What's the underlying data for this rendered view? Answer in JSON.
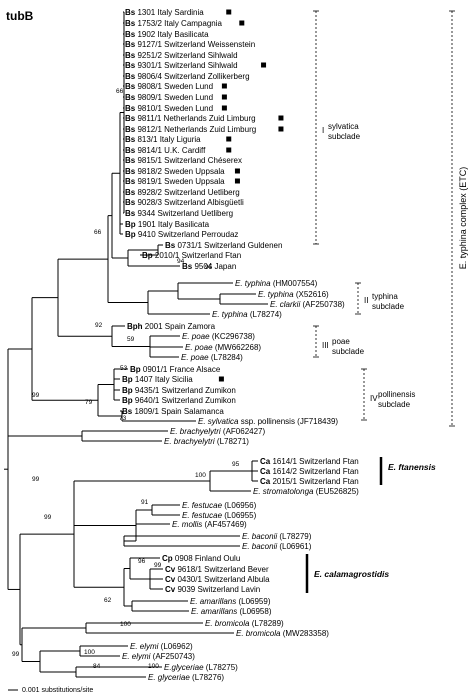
{
  "title": "tubB",
  "scale_label": "0.001 substitutions/site",
  "taxa": [
    {
      "prefix": "Bs",
      "label": "1301 Italy Sardinia",
      "marker": true
    },
    {
      "prefix": "Bs",
      "label": "1753/2 Italy Campagnia",
      "marker": true
    },
    {
      "prefix": "Bs",
      "label": "1902 Italy Basilicata",
      "marker": false
    },
    {
      "prefix": "Bs",
      "label": "9127/1 Switzerland Weissenstein",
      "marker": false
    },
    {
      "prefix": "Bs",
      "label": "9251/2 Switzerland Sihlwald",
      "marker": false
    },
    {
      "prefix": "Bs",
      "label": "9301/1 Switzerland Sihlwald",
      "marker": true
    },
    {
      "prefix": "Bs",
      "label": "9806/4 Switzerland Zollikerberg",
      "marker": false
    },
    {
      "prefix": "Bs",
      "label": "9808/1 Sweden Lund",
      "marker": true
    },
    {
      "prefix": "Bs",
      "label": "9809/1 Sweden Lund",
      "marker": true
    },
    {
      "prefix": "Bs",
      "label": "9810/1 Sweden Lund",
      "marker": true
    },
    {
      "prefix": "Bs",
      "label": "9811/1 Netherlands Zuid Limburg",
      "marker": true
    },
    {
      "prefix": "Bs",
      "label": "9812/1 Netherlands Zuid Limburg",
      "marker": true
    },
    {
      "prefix": "Bs",
      "label": "813/1 Italy Liguria",
      "marker": true
    },
    {
      "prefix": "Bs",
      "label": "9814/1 U.K. Cardiff",
      "marker": true
    },
    {
      "prefix": "Bs",
      "label": "9815/1 Switzerland Chéserex",
      "marker": false
    },
    {
      "prefix": "Bs",
      "label": "9818/2 Sweden Uppsala",
      "marker": true
    },
    {
      "prefix": "Bs",
      "label": "9819/1 Sweden Uppsala",
      "marker": true
    },
    {
      "prefix": "Bs",
      "label": "8928/2 Switzerland Uetliberg",
      "marker": false
    },
    {
      "prefix": "Bs",
      "label": "9028/3 Switzerland Albisgüetli",
      "marker": false
    },
    {
      "prefix": "Bs",
      "label": "9344 Switzerland Uetliberg",
      "marker": false
    },
    {
      "prefix": "Bp",
      "label": "1901 Italy Basilicata",
      "marker": false
    },
    {
      "prefix": "Bp",
      "label": "9410 Switzerland  Perroudaz",
      "marker": false
    },
    {
      "prefix": "Bs",
      "label": "0731/1 Switzerland Guldenen",
      "marker": false
    },
    {
      "prefix": "Bp",
      "label": "2010/1 Switzerland Ftan",
      "marker": false
    },
    {
      "prefix": "Bs",
      "label": "9504 Japan",
      "marker": false
    },
    {
      "species": "E. typhina",
      "acc": "(HM007554)"
    },
    {
      "species": "E. typhina",
      "acc": "(X52616)"
    },
    {
      "species": "E. clarkii",
      "acc": "(AF250738)"
    },
    {
      "species": "E. typhina",
      "acc": "(L78274)"
    },
    {
      "prefix": "Bph",
      "label": "2001 Spain Zamora",
      "marker": false
    },
    {
      "species": "E. poae",
      "acc": "(KC296738)"
    },
    {
      "species": "E. poae",
      "acc": "(MW662268)"
    },
    {
      "species": "E. poae",
      "acc": "(L78284)"
    },
    {
      "prefix": "Bp",
      "label": "0901/1 France Alsace",
      "marker": false
    },
    {
      "prefix": "Bp",
      "label": "1407 Italy Sicilia",
      "marker": true
    },
    {
      "prefix": "Bp",
      "label": "9435/1 Switzerland Zumikon",
      "marker": false
    },
    {
      "prefix": "Bp",
      "label": "9640/1 Switzerland Zumikon",
      "marker": false
    },
    {
      "prefix": "Bs",
      "label": "1809/1 Spain Salamanca",
      "marker": false
    },
    {
      "species": "E. sylvatica",
      "acc": "ssp. pollinensis (JF718439)"
    },
    {
      "species": "E. brachyelytri",
      "acc": "(AF062427)"
    },
    {
      "species": "E. brachyelytri",
      "acc": "(L78271)"
    },
    {
      "prefix": "Ca",
      "label": "1614/1 Switzerland Ftan",
      "marker": false
    },
    {
      "prefix": "Ca",
      "label": "1614/2 Switzerland Ftan",
      "marker": false
    },
    {
      "prefix": "Ca",
      "label": "2015/1 Switzerland Ftan",
      "marker": false
    },
    {
      "species": "E. stromatolonga",
      "acc": "(EU526825)"
    },
    {
      "species": "E. festucae",
      "acc": "(L06956)"
    },
    {
      "species": "E. festucae",
      "acc": "(L06955)"
    },
    {
      "species": "E. mollis",
      "acc": "(AF457469)"
    },
    {
      "species": "E. baconii",
      "acc": "(L78279)"
    },
    {
      "species": "E. baconii",
      "acc": "(L06961)"
    },
    {
      "prefix": "Cp",
      "label": "0908 Finland Oulu",
      "marker": false
    },
    {
      "prefix": "Cv",
      "label": "9618/1 Switzerland Bever",
      "marker": false
    },
    {
      "prefix": "Cv",
      "label": "0430/1 Switzerland Albula",
      "marker": false
    },
    {
      "prefix": "Cv",
      "label": "9039 Switzerland Lavin",
      "marker": false
    },
    {
      "species": "E. amarillans",
      "acc": "(L06959)"
    },
    {
      "species": "E. amarillans",
      "acc": "(L06958)"
    },
    {
      "species": "E. bromicola",
      "acc": "(L78289)"
    },
    {
      "species": "E. bromicola",
      "acc": "(MW283358)"
    },
    {
      "species": "E. elymi",
      "acc": "(L06962)"
    },
    {
      "species": "E. elymi",
      "acc": "(AF250743)"
    },
    {
      "species": "E.glyceriae",
      "acc": "(L78275)"
    },
    {
      "species": "E. glyceriae",
      "acc": "(L78276)"
    }
  ],
  "bootstrap": [
    "66",
    "66",
    "92",
    "94",
    "95",
    "99",
    "59",
    "53",
    "79",
    "73",
    "99",
    "99",
    "100",
    "95",
    "91",
    "99",
    "96",
    "62",
    "100",
    "99",
    "100",
    "84",
    "100"
  ],
  "subclades": [
    {
      "numeral": "I",
      "name": "sylvatica subclade",
      "line1": "sylvatica",
      "line2": "subclade"
    },
    {
      "numeral": "II",
      "name": "typhina subclade",
      "line1": "typhina",
      "line2": "subclade"
    },
    {
      "numeral": "III",
      "name": "poae subclade",
      "line1": "poae",
      "line2": "subclade"
    },
    {
      "numeral": "IV",
      "name": "pollinensis subclade",
      "line1": "pollinensis",
      "line2": "subclade"
    }
  ],
  "complex_label": "E. typhina complex (ETC)",
  "groups": [
    {
      "name": "E. ftanensis"
    },
    {
      "name": "E. calamagrostidis"
    }
  ]
}
